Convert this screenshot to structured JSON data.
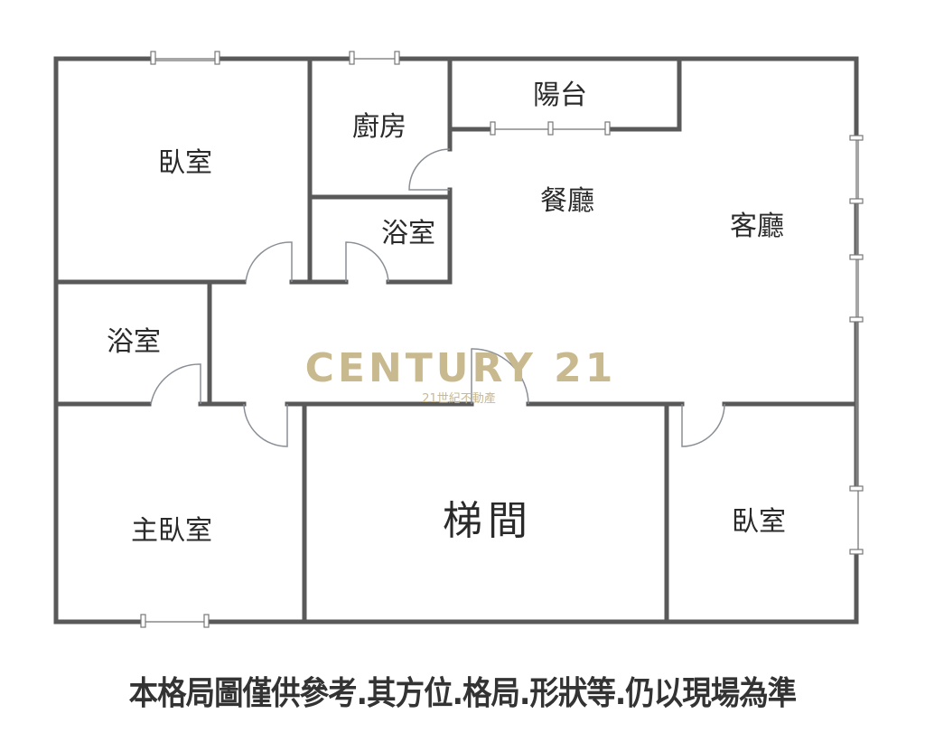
{
  "rooms": {
    "bedroom_top_left": "臥室",
    "kitchen": "廚房",
    "balcony": "陽台",
    "dining": "餐廳",
    "living": "客廳",
    "bath_upper": "浴室",
    "bath_left": "浴室",
    "master_bedroom": "主臥室",
    "stairwell": "梯間",
    "bedroom_right": "臥室"
  },
  "watermark": {
    "brand": "CENTURY 21",
    "sub": "21世紀不動產"
  },
  "caption": "本格局圖僅供參考.其方位.格局.形狀等.仍以現場為準",
  "colors": {
    "wall": "#595959",
    "watermark": "#c9b98e"
  }
}
